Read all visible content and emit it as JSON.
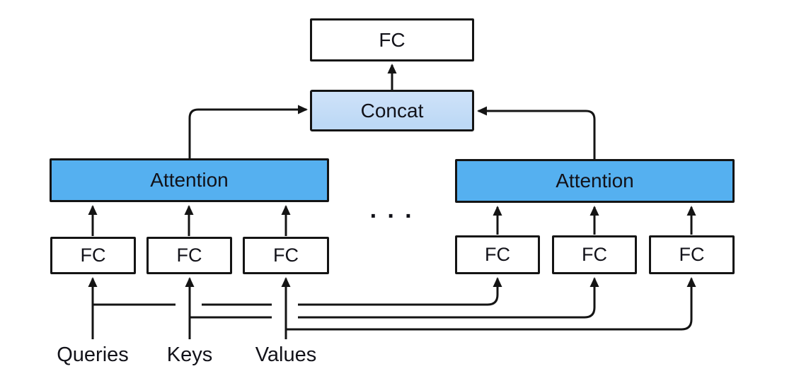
{
  "nodes": {
    "fc_top": {
      "label": "FC"
    },
    "concat": {
      "label": "Concat"
    },
    "attention_left": {
      "label": "Attention"
    },
    "attention_right": {
      "label": "Attention"
    },
    "fc_left_1": {
      "label": "FC"
    },
    "fc_left_2": {
      "label": "FC"
    },
    "fc_left_3": {
      "label": "FC"
    },
    "fc_right_1": {
      "label": "FC"
    },
    "fc_right_2": {
      "label": "FC"
    },
    "fc_right_3": {
      "label": "FC"
    }
  },
  "inputs": {
    "queries": "Queries",
    "keys": "Keys",
    "values": "Values"
  },
  "ellipsis": "· · ·",
  "colors": {
    "attention_fill": "#55b0f0",
    "concat_fill": "#bdd9f6",
    "box_fill": "#ffffff",
    "line_color": "#141414",
    "text_color": "#121219",
    "background": "#ffffff"
  }
}
